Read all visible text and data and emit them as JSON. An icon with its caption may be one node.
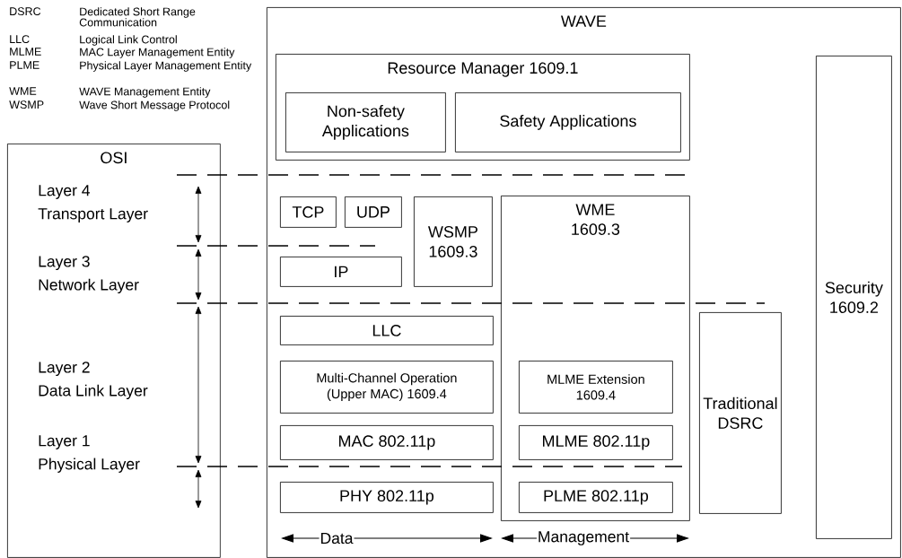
{
  "diagram": {
    "nodes": [
      {
        "text": [
          "WAVE"
        ]
      },
      {
        "text": [
          "Resource Manager 1609.1"
        ],
        "in": 0
      },
      {
        "text": [
          "Non-safety Applications"
        ],
        "in": 1
      },
      {
        "text": [
          "Safety Applications"
        ],
        "in": 1
      },
      {
        "text": [
          "OSI"
        ]
      },
      {
        "text": [
          "Security 1609.2"
        ],
        "in": 0
      },
      {
        "text": [
          "TCP"
        ],
        "in": 0
      },
      {
        "text": [
          "UDP"
        ],
        "in": 0
      },
      {
        "text": [
          "WSMP 1609.3"
        ],
        "in": 0
      },
      {
        "text": [
          "WME 1609.3"
        ],
        "in": 0
      },
      {
        "text": [
          "IP"
        ],
        "in": 0
      },
      {
        "text": [
          "LLC"
        ],
        "in": 0
      },
      {
        "text": [
          "Multi-Channel Operation (Upper MAC) 1609.4"
        ],
        "in": 0
      },
      {
        "text": [
          "MAC 802.11p"
        ],
        "in": 0
      },
      {
        "text": [
          "MLME Extension 1609.4"
        ],
        "in": 9
      },
      {
        "text": [
          "MLME 802.11p"
        ],
        "in": 9
      },
      {
        "text": [
          "PLME 802.11p"
        ],
        "in": 9
      },
      {
        "text": [
          "PHY 802.11p"
        ],
        "in": 0
      },
      {
        "text": [
          "Traditional DSRC"
        ],
        "in": 0
      }
    ],
    "labels": [
      "DSRC",
      "Dedicated Short Range Communication",
      "LLC",
      "Logical Link Control",
      "MLME",
      "MAC Layer Management Entity",
      "PLME",
      "Physical Layer Management Entity",
      "WME",
      "WAVE Management Entity",
      "WSMP",
      "Wave Short Message Protocol",
      "Layer 4 Transport Layer",
      "Layer 3 Network Layer",
      "Layer 2 Data Link Layer",
      "Layer 1 Physical Layer",
      "Data",
      "Management"
    ]
  }
}
